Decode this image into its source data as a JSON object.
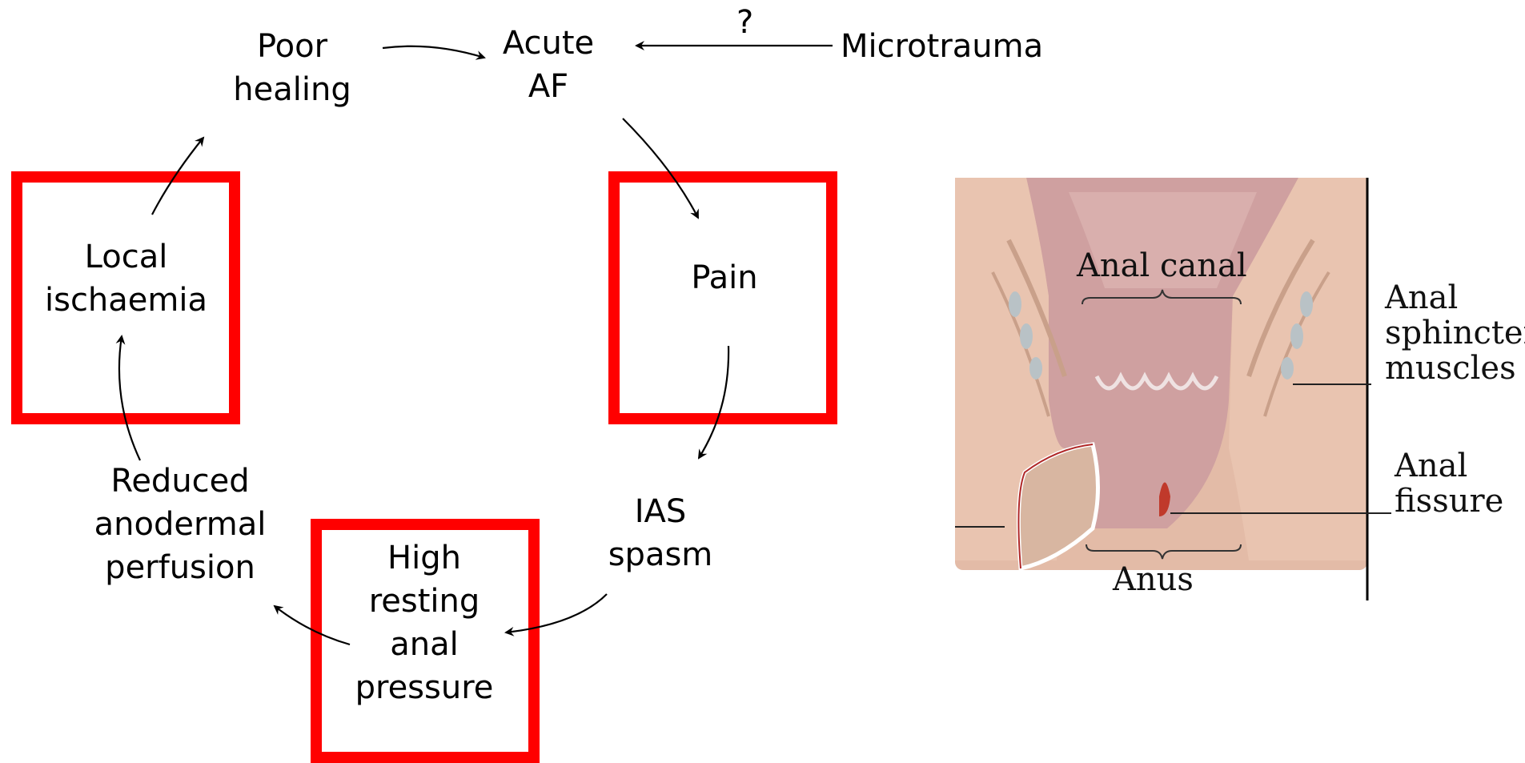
{
  "cycle": {
    "acute_af": [
      "Acute",
      "AF"
    ],
    "microtrauma": "Microtrauma",
    "question_mark": "?",
    "pain": "Pain",
    "ias_spasm": [
      "IAS",
      "spasm"
    ],
    "high_resting_anal_pressure": [
      "High",
      "resting",
      "anal",
      "pressure"
    ],
    "reduced_anodermal_perfusion": [
      "Reduced",
      "anodermal",
      "perfusion"
    ],
    "local_ischaemia": [
      "Local",
      "ischaemia"
    ],
    "poor_healing": [
      "Poor",
      "healing"
    ],
    "highlight_color": "#ff0000"
  },
  "anatomy": {
    "anal_canal": "Anal canal",
    "anal_sphincter_muscles": [
      "Anal",
      "sphincter",
      "muscles"
    ],
    "anal_fissure": [
      "Anal",
      "fissure"
    ],
    "anus": "Anus"
  }
}
